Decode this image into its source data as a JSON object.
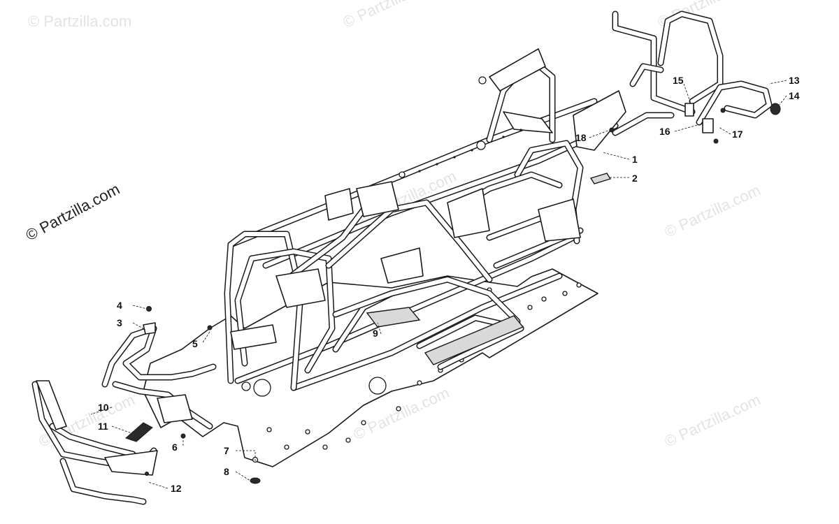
{
  "watermarks": {
    "main": "© Partzilla.com",
    "faint": "© Partzilla.com"
  },
  "callouts": [
    "1",
    "2",
    "3",
    "4",
    "5",
    "6",
    "7",
    "8",
    "9",
    "10",
    "11",
    "12",
    "13",
    "14",
    "15",
    "16",
    "17",
    "18"
  ]
}
